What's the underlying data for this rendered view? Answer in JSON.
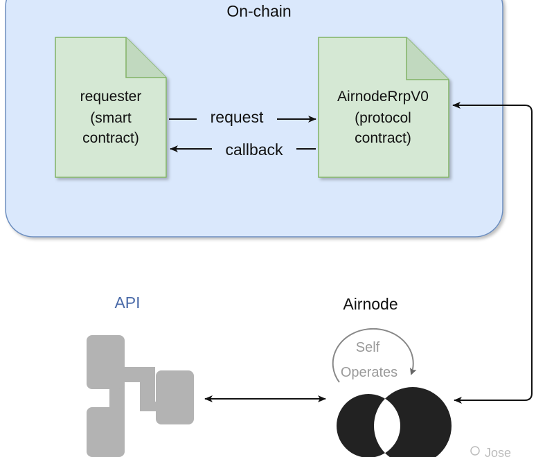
{
  "onchain": {
    "title": "On-chain",
    "fill": "#dae8fc"
  },
  "requester": {
    "line1": "requester",
    "line2": "(smart",
    "line3": "contract)",
    "fill": "#d5e8d4"
  },
  "rrp": {
    "line1": "AirnodeRrpV0",
    "line2": "(protocol",
    "line3": "contract)",
    "fill": "#d5e8d4"
  },
  "arrows": {
    "request_label": "request",
    "callback_label": "callback"
  },
  "api": {
    "label": "API",
    "label_color": "#4a6aa8",
    "icon": "server-network-icon",
    "icon_color": "#b3b3b3"
  },
  "airnode": {
    "label": "Airnode",
    "cycle_line1": "Self",
    "cycle_line2": "Operates",
    "icon": "airnode-logo-icon"
  },
  "watermark": {
    "text": "Jose"
  }
}
